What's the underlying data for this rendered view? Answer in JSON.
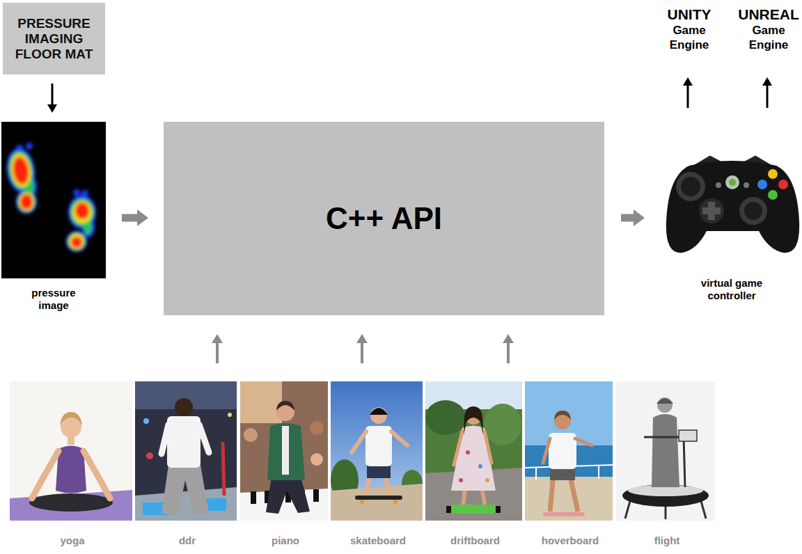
{
  "diagram": {
    "nodes": [
      {
        "text": [
          "PRESSURE IMAGING FLOOR MAT"
        ]
      },
      {
        "text": [
          "UNITY",
          "Game Engine"
        ]
      },
      {
        "text": [
          "UNREAL",
          "Game Engine"
        ]
      },
      {
        "text": [
          "pressure image"
        ]
      },
      {
        "text": [
          "C++ API"
        ]
      },
      {
        "text": [
          "virtual game controller"
        ]
      },
      {
        "text": [
          "yoga"
        ]
      },
      {
        "text": [
          "ddr"
        ]
      },
      {
        "text": [
          "piano"
        ]
      },
      {
        "text": [
          "skateboard"
        ]
      },
      {
        "text": [
          "driftboard"
        ]
      },
      {
        "text": [
          "hoverboard"
        ]
      },
      {
        "text": [
          "flight"
        ]
      }
    ],
    "edges": [
      {
        "from": 0,
        "to": 3,
        "arrow": "to"
      },
      {
        "from": 3,
        "to": 4,
        "arrow": "to"
      },
      {
        "from": 4,
        "to": 5,
        "arrow": "to"
      },
      {
        "from": 5,
        "to": 1,
        "arrow": "to"
      },
      {
        "from": 5,
        "to": 2,
        "arrow": "to"
      },
      {
        "from": 7,
        "to": 4,
        "arrow": "to"
      },
      {
        "from": 9,
        "to": 4,
        "arrow": "to"
      },
      {
        "from": 10,
        "to": 4,
        "arrow": "to"
      }
    ]
  }
}
